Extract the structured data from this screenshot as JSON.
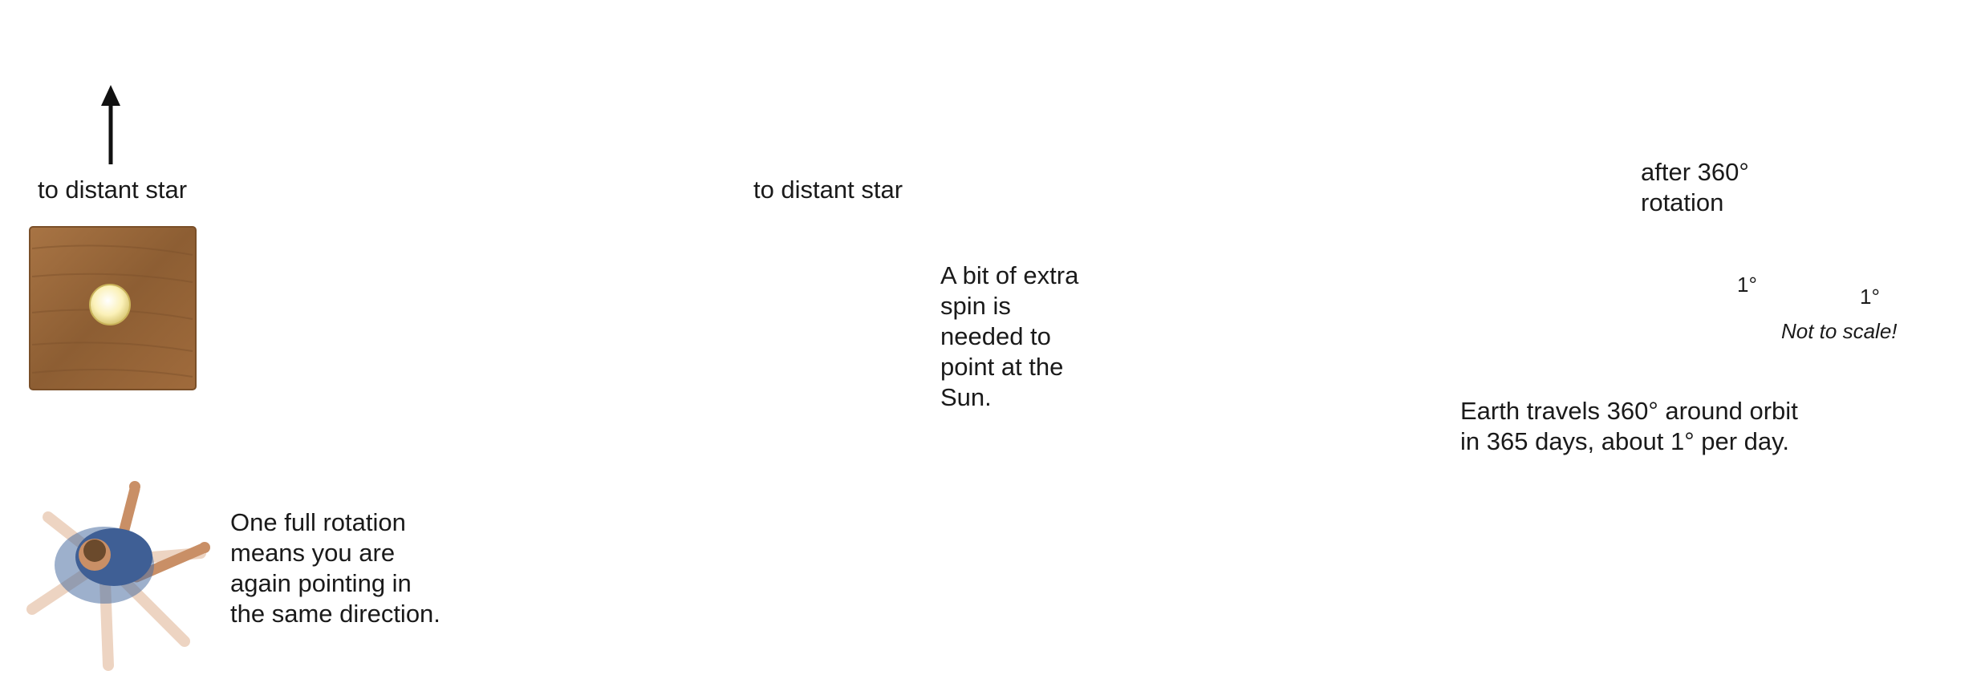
{
  "panel1": {
    "star_label": "to distant star",
    "caption": "One full rotation\nmeans you are\nagain pointing in\nthe same direction."
  },
  "panel2": {
    "star_label": "to distant star",
    "note": "A bit of extra\nspin is\nneeded to\npoint at the\nSun."
  },
  "panel3": {
    "rotation_label": "after 360°\nrotation",
    "angle_upper": "1°",
    "angle_lower": "1°",
    "scale_note": "Not to scale!",
    "caption": "Earth travels 360° around orbit\nin 365 days, about 1° per day."
  },
  "colors": {
    "orbit_orange": "#e05a3a",
    "orbit_red": "#c0202a",
    "board_wood": "#9b6a3c",
    "sun": "#f2d300",
    "earth": "#3e86c8",
    "spin_arrow": "#7a72c2",
    "lamp": "#fff8d0"
  }
}
